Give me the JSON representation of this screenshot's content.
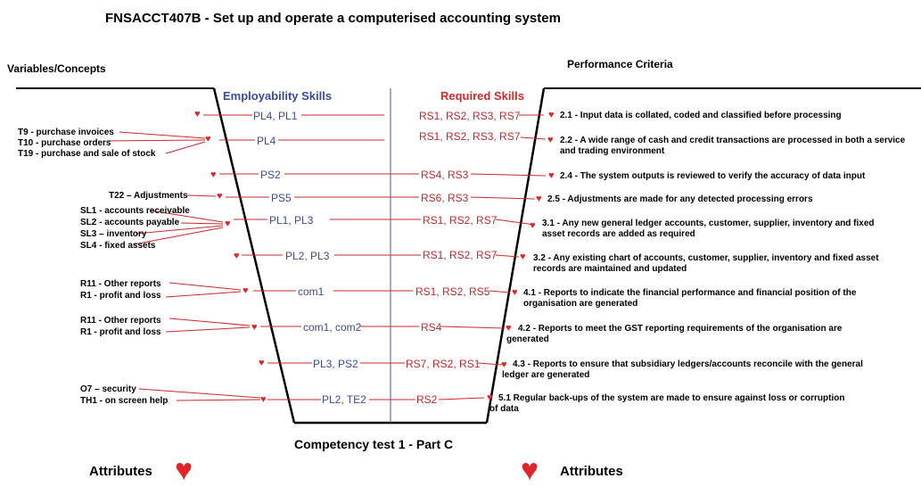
{
  "title": "FNSACCT407B - Set up and operate a computerised accounting system",
  "headers": {
    "variables": "Variables/Concepts",
    "performance": "Performance Criteria",
    "employability": "Employability Skills",
    "required": "Required Skills"
  },
  "rows": [
    {
      "emp": "PL4, PL1",
      "req": "RS1, RS2, RS3, RS7",
      "pc_num": "2.1",
      "pc": "- Input data is collated, coded and classified before processing"
    },
    {
      "emp": "PL4",
      "req": "RS1, RS2, RS3, RS7",
      "pc_num": "2.2",
      "pc": "- A wide range of cash and credit transactions are processed in both a service",
      "pc2": "and trading environment"
    },
    {
      "emp": "PS2",
      "req": "RS4, RS3",
      "pc_num": "2.4",
      "pc": "- The system outputs is reviewed to verify the accuracy of data input"
    },
    {
      "emp": "PS5",
      "req": "RS6, RS3",
      "pc_num": "2.5",
      "pc": "- Adjustments are made for any detected processing errors"
    },
    {
      "emp": "PL1, PL3",
      "req": "RS1, RS2, RS7",
      "pc_num": "3.1",
      "pc": "- Any new general ledger accounts, customer, supplier, inventory and fixed",
      "pc2": "asset records are added as required"
    },
    {
      "emp": "PL2, PL3",
      "req": "RS1, RS2, RS7",
      "pc_num": "3.2",
      "pc": "- Any existing chart of accounts, customer, supplier, inventory and fixed asset",
      "pc2": "records are maintained and  updated"
    },
    {
      "emp": "com1",
      "req": "RS1, RS2, RS5",
      "pc_num": "4.1",
      "pc": "- Reports to indicate the financial performance and financial position of the",
      "pc2": "organisation are generated"
    },
    {
      "emp": "com1, com2",
      "req": "RS4",
      "pc_num": "4.2",
      "pc": "- Reports to meet the GST reporting requirements of the organisation are",
      "pc2": "generated"
    },
    {
      "emp": "PL3, PS2",
      "req": "RS7, RS2, RS1",
      "pc_num": "4.3",
      "pc": "- Reports to ensure that subsidiary ledgers/accounts reconcile with the general",
      "pc2": "ledger are generated"
    },
    {
      "emp": "PL2, TE2",
      "req": "RS2",
      "pc_num": "5.1",
      "pc": " Regular back-ups of the system are made to ensure against loss or corruption",
      "pc2": "of data"
    }
  ],
  "variables": {
    "g1": [
      "T9 - purchase invoices",
      "T10 - purchase orders",
      "T19 - purchase and sale of stock"
    ],
    "g2": [
      "T22 – Adjustments"
    ],
    "g3": [
      "SL1 - accounts receivable",
      "SL2 - accounts payable",
      "SL3 – inventory",
      "SL4 - fixed assets"
    ],
    "g4": [
      "R11 - Other reports",
      "R1 - profit and loss"
    ],
    "g5": [
      "R11 - Other reports",
      "R1 - profit and loss"
    ],
    "g6": [
      "O7 – security",
      "TH1 - on screen help"
    ]
  },
  "footer": "Competency test 1 - Part C",
  "attributes_left": "Attributes",
  "attributes_right": "Attributes",
  "colors": {
    "heart": "#e0252a",
    "employability": "#3a4b9c",
    "required": "#c0282a"
  }
}
